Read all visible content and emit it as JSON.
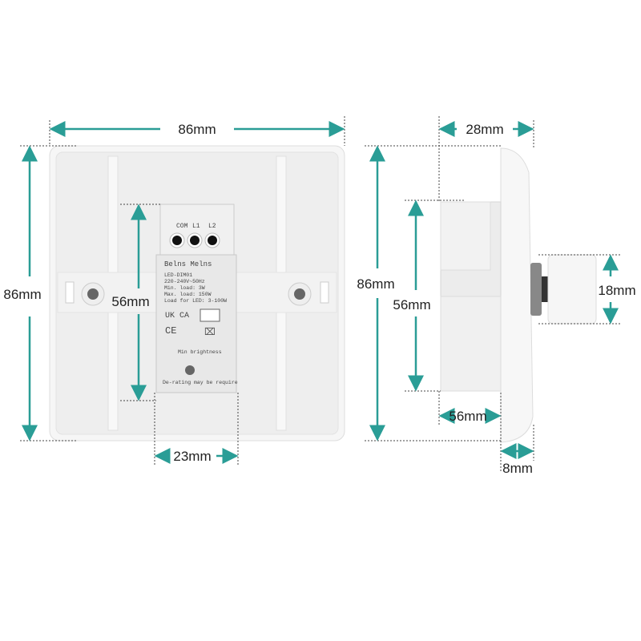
{
  "dimensions": {
    "front_width": "86mm",
    "front_height": "86mm",
    "module_height": "56mm",
    "module_width": "23mm",
    "side_depth": "28mm",
    "side_height": "86mm",
    "side_body_height": "56mm",
    "side_body_depth": "56mm",
    "knob_diameter": "18mm",
    "plate_thickness": "8mm"
  },
  "module_label": {
    "terminals": [
      "COM",
      "L1",
      "L2"
    ],
    "brand": "Belns Melns",
    "model": "LED-DIM01",
    "voltage": "220-240V~50Hz",
    "min_load": "Min. load: 3W",
    "max_load": "Max. load: 150W",
    "led_load": "Load for LED: 3-100W",
    "ukca": "UK CA",
    "ce": "CE",
    "min_brightness": "Min brightness",
    "derating": "De-rating may be require"
  },
  "colors": {
    "dimension_line": "#2a9d96",
    "plate": "#f4f4f4"
  }
}
